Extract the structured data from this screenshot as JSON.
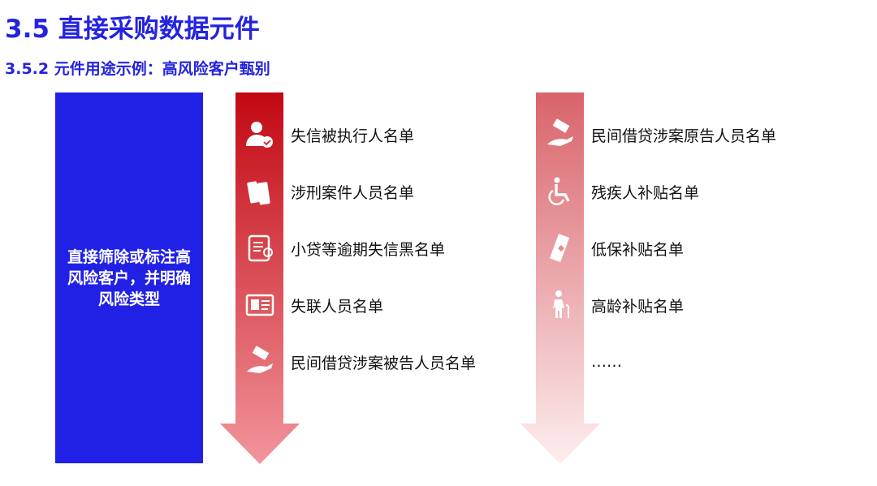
{
  "title": "3.5 直接采购数据元件",
  "subtitle": "3.5.2 元件用途示例：高风险客户甄别",
  "box_text": "直接筛除或标注高风险客户，并明确风险类型",
  "colors": {
    "blue": "#2121e6",
    "red_top": "#c20812",
    "red_bottom": "#f2959c",
    "pink_top": "#d9636a",
    "pink_bottom": "#fdeeef"
  },
  "left_list": [
    {
      "icon": "user-check-icon",
      "label": "失信被执行人名单"
    },
    {
      "icon": "books-icon",
      "label": "涉刑案件人员名单"
    },
    {
      "icon": "certificate-icon",
      "label": "小贷等逾期失信黑名单"
    },
    {
      "icon": "id-card-icon",
      "label": "失联人员名单"
    },
    {
      "icon": "money-hand-icon",
      "label": "民间借贷涉案被告人员名单"
    }
  ],
  "right_list": [
    {
      "icon": "money-hand-icon",
      "label": "民间借贷涉案原告人员名单"
    },
    {
      "icon": "wheelchair-icon",
      "label": "残疾人补贴名单"
    },
    {
      "icon": "cash-icon",
      "label": "低保补贴名单"
    },
    {
      "icon": "elderly-icon",
      "label": "高龄补贴名单"
    },
    {
      "icon": "",
      "label": "……"
    }
  ]
}
